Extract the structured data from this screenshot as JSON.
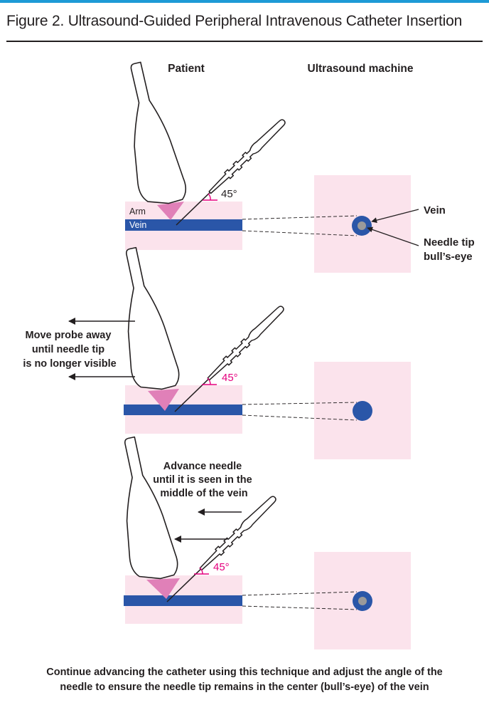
{
  "title": "Figure 2. Ultrasound-Guided Peripheral Intravenous Catheter Insertion",
  "columns": {
    "patient": "Patient",
    "machine": "Ultrasound machine"
  },
  "labels": {
    "arm": "Arm",
    "vein": "Vein",
    "vein_callout": "Vein",
    "needle_tip": [
      "Needle tip",
      "bull’s-eye"
    ],
    "angle": "45°"
  },
  "steps": [
    {
      "instruction": []
    },
    {
      "instruction": [
        "Move probe away",
        "until needle tip",
        "is no longer visible"
      ]
    },
    {
      "instruction": [
        "Advance needle",
        "until it is seen in the",
        "middle of the vein"
      ]
    }
  ],
  "caption": [
    "Continue advancing the catheter using this technique and adjust the angle of the",
    "needle to ensure the needle tip remains in the center (bull’s-eye) of the vein"
  ],
  "colors": {
    "accent_bar": "#1d9ad6",
    "arm_tissue": "#fbe3ec",
    "vein": "#2a56a8",
    "ultrasound_beam": "#e080b8",
    "angle_marker": "#e5007e",
    "screen": "#fbe3ec",
    "needle_tip_dot": "#9a9a9a"
  },
  "icons": [
    "ultrasound-probe-icon",
    "needle-icon",
    "arrow-left-icon"
  ]
}
